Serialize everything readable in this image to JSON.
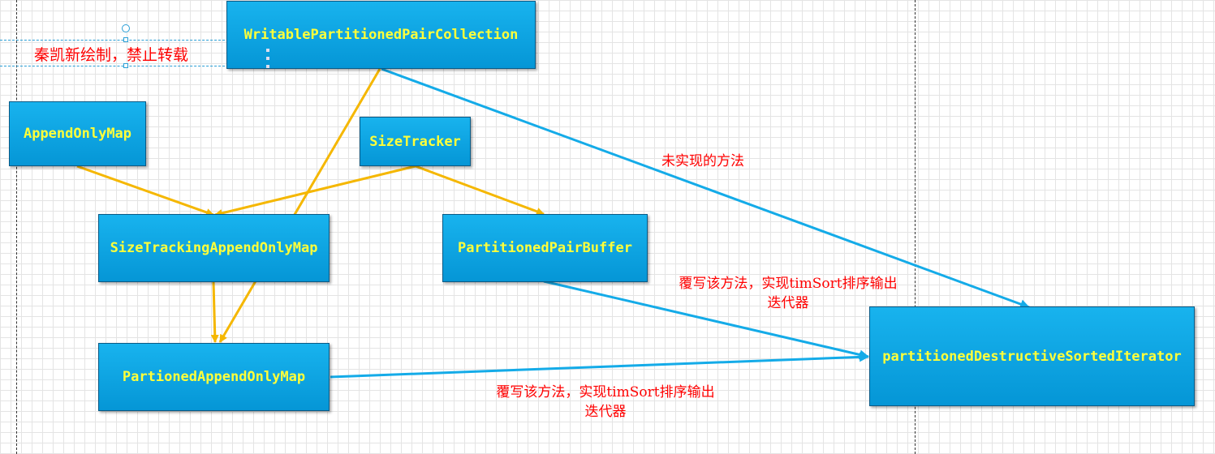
{
  "watermark": "秦凯新绘制，禁止转载",
  "nodes": {
    "writable": "WritablePartitionedPairCollection",
    "append_only_map": "AppendOnlyMap",
    "size_tracker": "SizeTracker",
    "size_tracking": "SizeTrackingAppendOnlyMap",
    "pair_buffer": "PartitionedPairBuffer",
    "partioned_map": "PartionedAppendOnlyMap",
    "iterator": "partitionedDestructiveSortedIterator"
  },
  "edge_labels": {
    "unimplemented": "未实现的方法",
    "override_buffer": [
      "覆写该方法，实现timSort排序输出",
      "迭代器"
    ],
    "override_map": [
      "覆写该方法，实现timSort排序输出",
      "迭代器"
    ]
  },
  "colors": {
    "inherit_arrow": "#f5b700",
    "impl_arrow": "#14abe8",
    "node_fill": "#0aa6e2",
    "node_text": "#ffff3a",
    "label_text": "#ff0000"
  }
}
